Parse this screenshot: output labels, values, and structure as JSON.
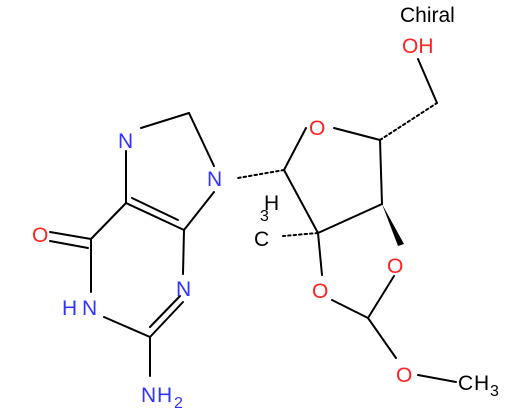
{
  "badge": {
    "text": "Chiral"
  },
  "colors": {
    "carbon": "#000000",
    "nitrogen": "#3333ff",
    "oxygen": "#ff2222"
  },
  "atoms": {
    "oh": "OH",
    "o_ring": "O",
    "n9": "N",
    "n7": "N",
    "n3": "N",
    "o_carbonyl": "O",
    "n1": "N",
    "h_n1": "H",
    "ch3_c": "C",
    "ch3_h": "H",
    "ch3_3": "3",
    "o_dioxole_left": "O",
    "o_dioxole_right": "O",
    "o_methoxy": "O",
    "methyl_c": "C",
    "methyl_h": "H",
    "methyl_3": "3",
    "nh2_n": "N",
    "nh2_h": "H",
    "nh2_2": "2"
  }
}
